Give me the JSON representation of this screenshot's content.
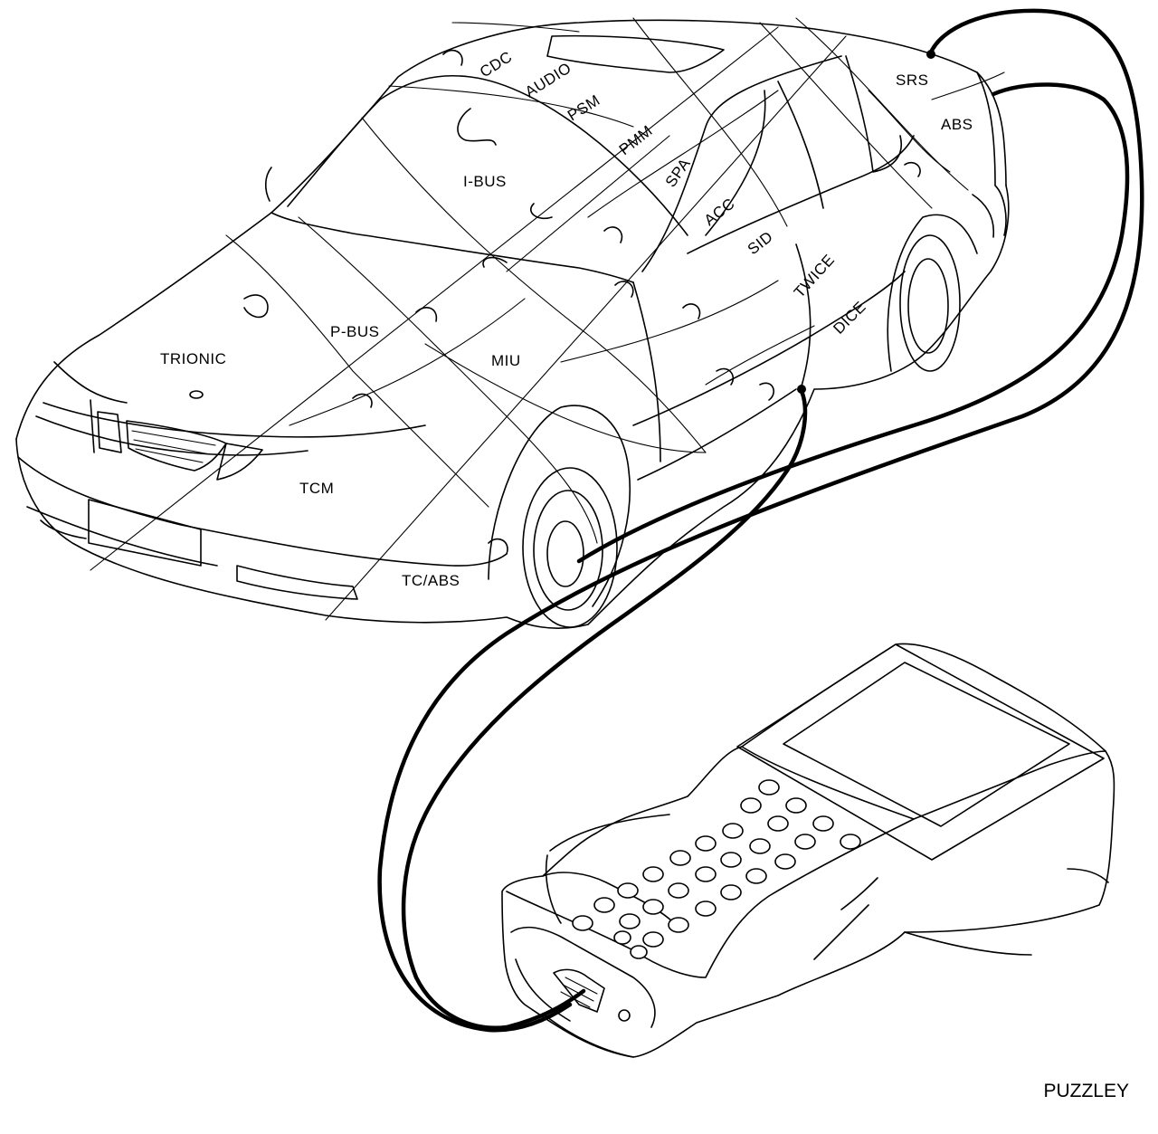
{
  "labels": {
    "cdc": "CDC",
    "audio": "AUDIO",
    "psm": "PSM",
    "pmm": "PMM",
    "ibus": "I-BUS",
    "spa": "SPA",
    "acc": "ACC",
    "sid": "SID",
    "twice": "TWICE",
    "dice": "DICE",
    "srs": "SRS",
    "abs": "ABS",
    "trionic": "TRIONIC",
    "pbus": "P-BUS",
    "miu": "MIU",
    "tcm": "TCM",
    "tcabs": "TC/ABS"
  },
  "credit": "PUZZLEY",
  "colors": {
    "ink": "#000000",
    "paper": "#ffffff"
  }
}
